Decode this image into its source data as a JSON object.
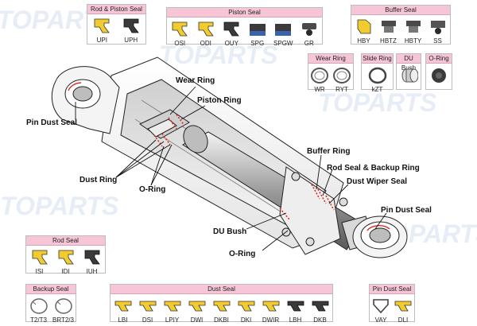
{
  "watermark": "TOPARTS",
  "colors": {
    "header_pink": "#f6c6d8",
    "seal_yellow": "#f2cc2e",
    "seal_dark": "#3a3a3a",
    "pointer_red": "#e0261f"
  },
  "groups": {
    "rod_piston": {
      "title": "Rod & Piston Seal",
      "items": [
        {
          "code": "UPI",
          "icon": "yellow-lip-seal-icon"
        },
        {
          "code": "UPH",
          "icon": "dark-lip-seal-icon"
        }
      ]
    },
    "piston": {
      "title": "Piston Seal",
      "items": [
        {
          "code": "OSI",
          "icon": "yellow-lip-seal-icon"
        },
        {
          "code": "ODI",
          "icon": "yellow-lip-seal-icon"
        },
        {
          "code": "OUY",
          "icon": "dark-lip-seal-icon"
        },
        {
          "code": "SPG",
          "icon": "compact-seal-icon"
        },
        {
          "code": "SPGW",
          "icon": "compact-seal-icon"
        },
        {
          "code": "GR",
          "icon": "glyd-ring-icon"
        }
      ]
    },
    "buffer": {
      "title": "Buffer Seal",
      "items": [
        {
          "code": "HBY",
          "icon": "yellow-buffer-icon"
        },
        {
          "code": "HBTZ",
          "icon": "buffer-ring-icon"
        },
        {
          "code": "HBTY",
          "icon": "buffer-ring-icon"
        },
        {
          "code": "SS",
          "icon": "step-seal-icon"
        }
      ]
    },
    "wear_ring": {
      "title": "Wear Ring",
      "items": [
        {
          "code": "WR",
          "icon": "wear-ring-icon"
        },
        {
          "code": "RYT",
          "icon": "wear-ring-icon"
        }
      ]
    },
    "slide_ring": {
      "title": "Slide Ring",
      "items": [
        {
          "code": "kZT",
          "icon": "slide-ring-icon"
        }
      ]
    },
    "du_bush": {
      "title": "DU Bush",
      "items": [
        {
          "code": "",
          "icon": "du-bush-icon"
        }
      ]
    },
    "o_ring": {
      "title": "O-Ring",
      "items": [
        {
          "code": "",
          "icon": "o-ring-icon"
        }
      ]
    },
    "rod": {
      "title": "Rod Seal",
      "items": [
        {
          "code": "ISI",
          "icon": "yellow-lip-seal-icon"
        },
        {
          "code": "IDI",
          "icon": "yellow-lip-seal-icon"
        },
        {
          "code": "IUH",
          "icon": "dark-lip-seal-icon"
        }
      ]
    },
    "backup": {
      "title": "Backup Seal",
      "items": [
        {
          "code": "T2/T3",
          "icon": "backup-ring-icon"
        },
        {
          "code": "BRT2/3",
          "icon": "backup-ring-icon"
        }
      ]
    },
    "dust": {
      "title": "Dust Seal",
      "items": [
        {
          "code": "LBI",
          "icon": "yellow-wiper-icon"
        },
        {
          "code": "DSI",
          "icon": "yellow-wiper-icon"
        },
        {
          "code": "LPIY",
          "icon": "yellow-wiper-icon"
        },
        {
          "code": "DWI",
          "icon": "yellow-wiper-icon"
        },
        {
          "code": "DKBI",
          "icon": "yellow-wiper-icon"
        },
        {
          "code": "DKI",
          "icon": "yellow-wiper-icon"
        },
        {
          "code": "DWIR",
          "icon": "yellow-wiper-icon"
        },
        {
          "code": "LBH",
          "icon": "dark-wiper-icon"
        },
        {
          "code": "DKB",
          "icon": "dark-wiper-icon"
        }
      ]
    },
    "pin_dust": {
      "title": "Pin Dust Seal",
      "items": [
        {
          "code": "VAY",
          "icon": "pin-seal-icon"
        },
        {
          "code": "DLI",
          "icon": "yellow-wiper-icon"
        }
      ]
    }
  },
  "callouts": {
    "wear_ring": "Wear Ring",
    "piston_ring": "Piston Ring",
    "pin_dust_left": "Pin Dust Seal",
    "dust_ring": "Dust Ring",
    "o_ring_mid": "O-Ring",
    "buffer_ring": "Buffer Ring",
    "rod_seal_backup": "Rod Seal & Backup Ring",
    "dust_wiper": "Dust Wiper Seal",
    "pin_dust_right": "Pin Dust Seal",
    "du_bush": "DU Bush",
    "o_ring_bottom": "O-Ring"
  }
}
